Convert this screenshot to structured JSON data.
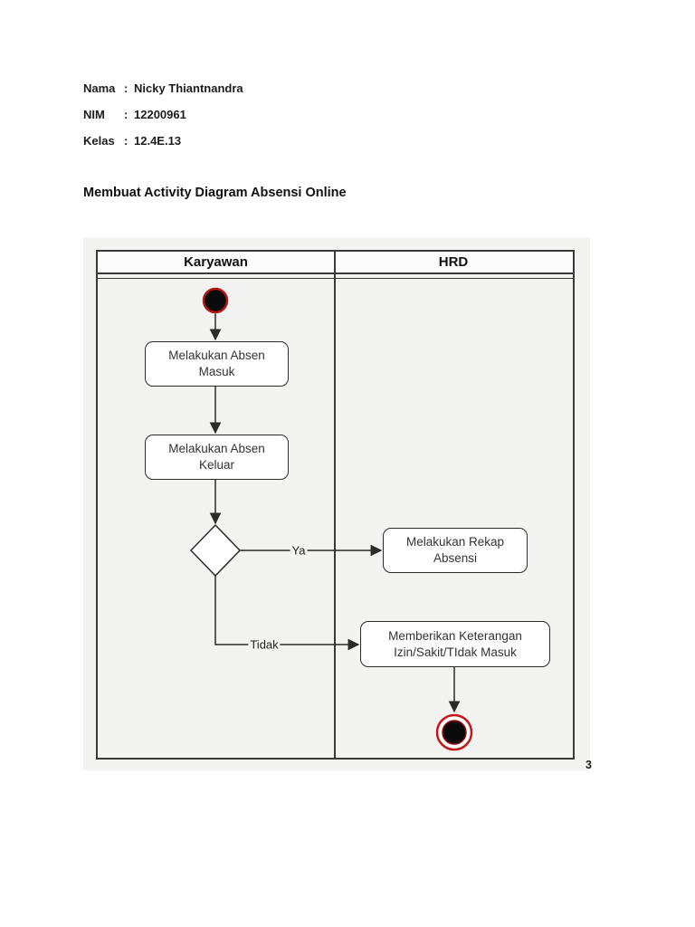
{
  "document": {
    "student_info": [
      {
        "label": "Nama",
        "separator": ":",
        "value": "Nicky Thiantnandra"
      },
      {
        "label": "NIM",
        "separator": ":",
        "value": "12200961"
      },
      {
        "label": "Kelas",
        "separator": ":",
        "value": "12.4E.13"
      }
    ],
    "title": "Membuat Activity Diagram Absensi Online",
    "page_number": "3"
  },
  "diagram": {
    "type": "uml-activity-diagram",
    "lanes": [
      {
        "label": "Karyawan"
      },
      {
        "label": "HRD"
      }
    ],
    "activities": [
      {
        "id": "absen-masuk",
        "lane": "Karyawan",
        "lines": [
          "Melakukan Absen",
          "Masuk"
        ]
      },
      {
        "id": "absen-keluar",
        "lane": "Karyawan",
        "lines": [
          "Melakukan Absen",
          "Keluar"
        ]
      },
      {
        "id": "rekap-absensi",
        "lane": "HRD",
        "lines": [
          "Melakukan Rekap",
          "Absensi"
        ]
      },
      {
        "id": "keterangan-izin",
        "lane": "HRD",
        "lines": [
          "Memberikan Keterangan",
          "Izin/Sakit/TIdak Masuk"
        ]
      }
    ],
    "edge_labels": {
      "ya": "Ya",
      "tidak": "Tidak"
    },
    "colors": {
      "panel_background": "#f3f3f2",
      "line": "#3a3a3a",
      "node_red": "#c41616",
      "node_black": "#0a0a0a",
      "box_background": "#ffffff"
    }
  }
}
